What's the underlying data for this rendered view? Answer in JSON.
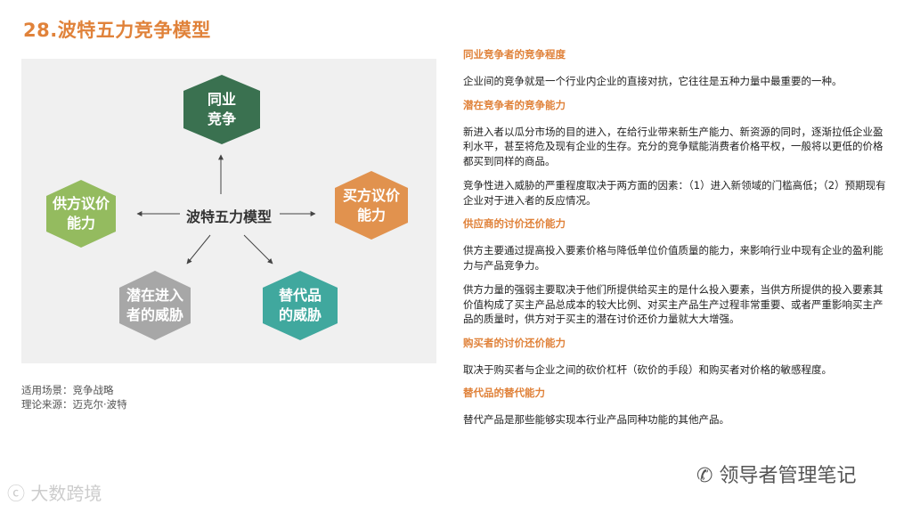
{
  "page": {
    "title": "28.波特五力竞争模型"
  },
  "diagram": {
    "center": "波特五力模型",
    "nodes": [
      {
        "id": "top",
        "lines": [
          "同业",
          "竞争"
        ],
        "color": "#3a7150"
      },
      {
        "id": "left",
        "lines": [
          "供方议价",
          "能力"
        ],
        "color": "#94bb5f"
      },
      {
        "id": "right",
        "lines": [
          "买方议价",
          "能力"
        ],
        "color": "#e1924e"
      },
      {
        "id": "bottom-left",
        "lines": [
          "潜在进入",
          "者的威胁"
        ],
        "color": "#a7a7a7"
      },
      {
        "id": "bottom-right",
        "lines": [
          "替代品",
          "的威胁"
        ],
        "color": "#40a89e"
      }
    ]
  },
  "meta": {
    "scenario": "适用场景：竞争战略",
    "source": "理论来源：迈克尔·波特"
  },
  "sections": [
    {
      "heading": "同业竞争者的竞争程度",
      "paragraphs": [
        "企业间的竞争就是一个行业内企业的直接对抗，它往往是五种力量中最重要的一种。"
      ]
    },
    {
      "heading": "潜在竞争者的竞争能力",
      "paragraphs": [
        "新进入者以瓜分市场的目的进入，在给行业带来新生产能力、新资源的同时，逐渐拉低企业盈利水平，甚至将危及现有企业的生存。充分的竞争赋能消费者价格平权，一般将以更低的价格都买到同样的商品。",
        "竞争性进入威胁的严重程度取决于两方面的因素：（1）进入新领域的门槛高低；（2）预期现有企业对于进入者的反应情况。"
      ]
    },
    {
      "heading": "供应商的讨价还价能力",
      "paragraphs": [
        "供方主要通过提高投入要素价格与降低单位价值质量的能力，来影响行业中现有企业的盈利能力与产品竞争力。",
        "供方力量的强弱主要取决于他们所提供给买主的是什么投入要素，当供方所提供的投入要素其价值构成了买主产品总成本的较大比例、对买主产品生产过程非常重要、或者严重影响买主产品的质量时，供方对于买主的潜在讨价还价力量就大大增强。"
      ]
    },
    {
      "heading": "购买者的讨价还价能力",
      "paragraphs": [
        "取决于购买者与企业之间的砍价杠杆（砍价的手段）和购买者对价格的敏感程度。"
      ]
    },
    {
      "heading": "替代品的替代能力",
      "paragraphs": [
        "替代产品是那些能够实现本行业产品同种功能的其他产品。"
      ]
    }
  ],
  "footer": {
    "left_watermark": "大数跨境",
    "right_watermark": "领导者管理笔记"
  }
}
